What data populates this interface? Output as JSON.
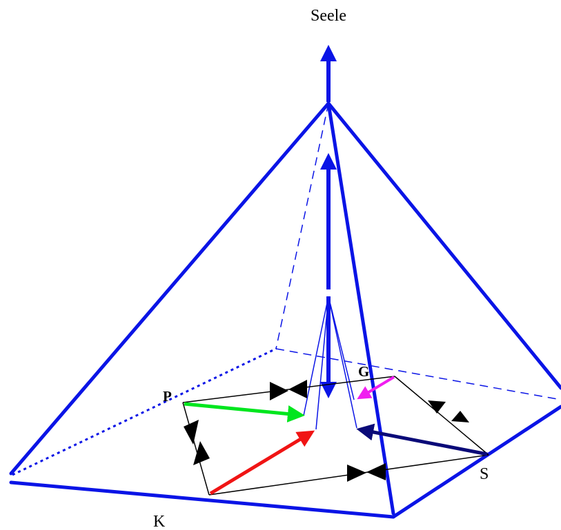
{
  "labels": {
    "top": "Seele",
    "p": "P",
    "g": "G",
    "s": "S",
    "k": "K"
  },
  "colors": {
    "pyramid": "#0a14e6",
    "quad": "#000000",
    "arrow_p": "#00e61e",
    "arrow_k": "#f01414",
    "arrow_g": "#f01ef0",
    "arrow_s": "#0a0a78",
    "arrowhead": "#000000"
  }
}
